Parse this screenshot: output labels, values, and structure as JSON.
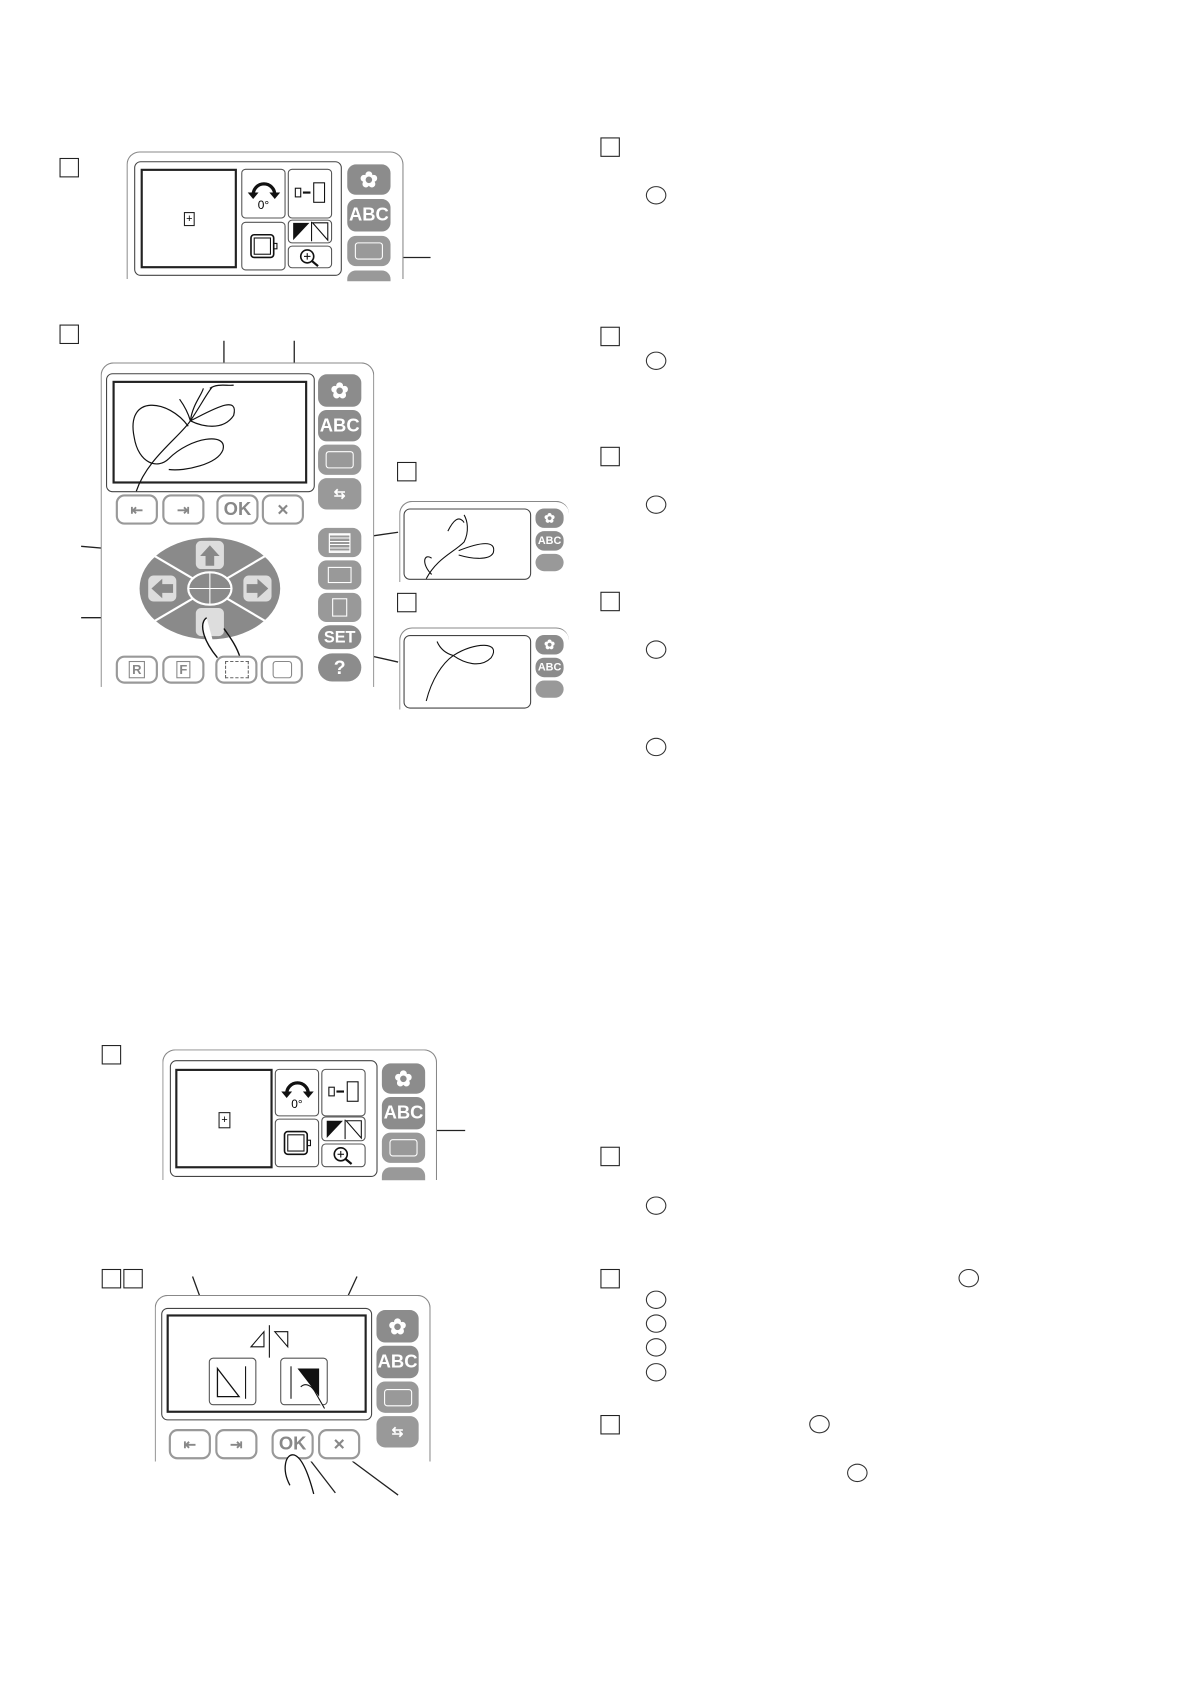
{
  "panels": {
    "rotate_angle": "0°",
    "side_abc": "ABC",
    "ok": "OK",
    "cancel": "×",
    "set": "SET",
    "help": "?",
    "reverse_key": "R",
    "forward_key": "F"
  },
  "icons": [
    "flower-icon",
    "abc-icon",
    "sewing-machine-icon",
    "usb-icon",
    "rotate-icon",
    "hoop-size-icon",
    "hoop-icon",
    "mirror-icon",
    "zoom-icon",
    "grid-icon",
    "folder-icon",
    "trash-icon",
    "arrow-up-icon",
    "arrow-down-icon",
    "arrow-left-icon",
    "arrow-right-icon",
    "finger-icon"
  ],
  "colors": {
    "side_button": "#8c8c8c",
    "outline": "#222222",
    "frame": "#888888"
  }
}
